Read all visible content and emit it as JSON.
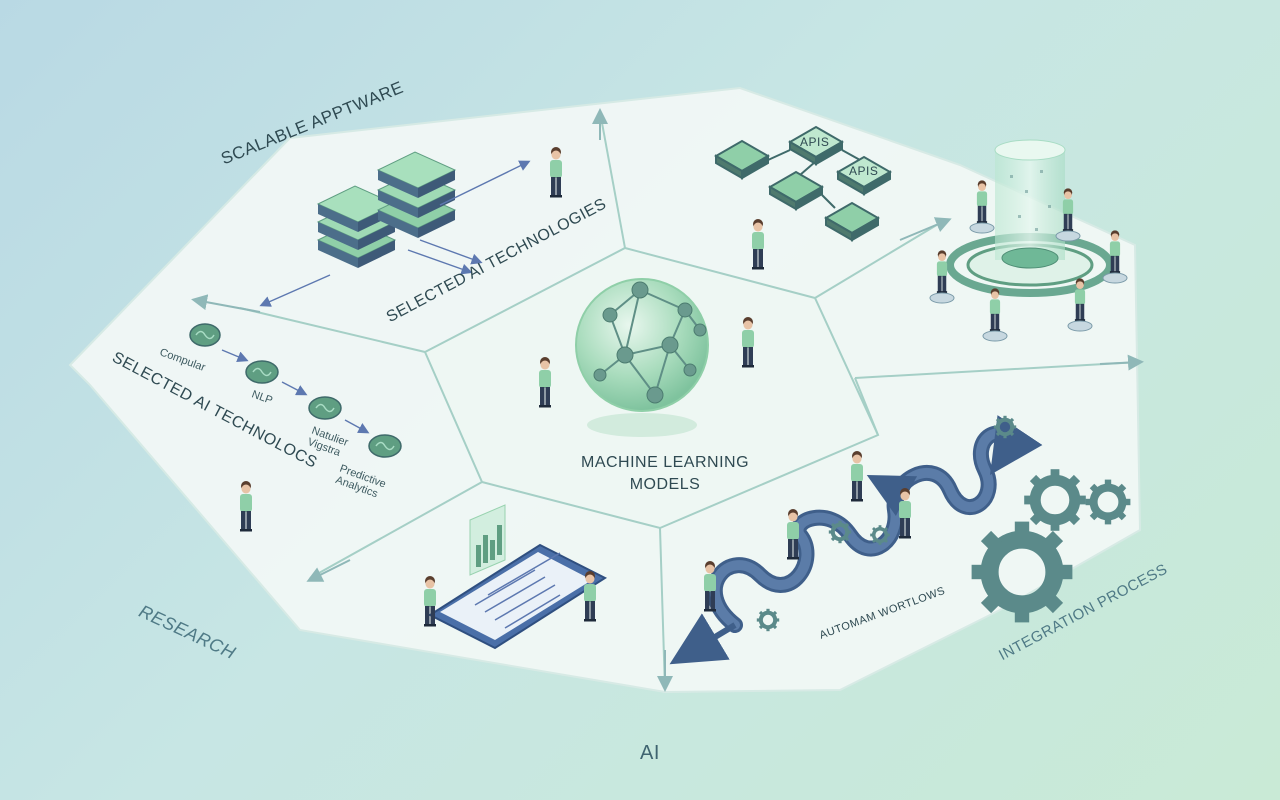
{
  "labels": {
    "scalable_software": "SCALABLE APPTWARE",
    "selected_ai_top": "SELECTED AI TECHNOLOGIES",
    "selected_ai_left": "SELECTED AI TECHNOLOCS",
    "apis_1": "APIS",
    "apis_2": "APIS",
    "ml_models": "MACHINE LEARNING MODELS",
    "automated_workflows": "AUTOMAM WORTLOWS",
    "integration_process": "INTEGRATION PROCESS",
    "research": "RESEARCH",
    "ai": "AI"
  },
  "tech_flow": [
    "Compular",
    "NLP",
    "Natulier Vigstra",
    "Predictive Analytics"
  ],
  "colors": {
    "mint": "#8fcfa8",
    "mint_dark": "#5f9e82",
    "teal": "#5b8a8a",
    "navy": "#3f5f8a",
    "panel": "#f1f8f6",
    "line": "#9fc7c4"
  },
  "icons": [
    "server-stack-icon",
    "network-sphere-icon",
    "tablet-checklist-icon",
    "gear-icon",
    "data-cylinder-icon",
    "hexagon-node-icon",
    "brain-icon"
  ]
}
